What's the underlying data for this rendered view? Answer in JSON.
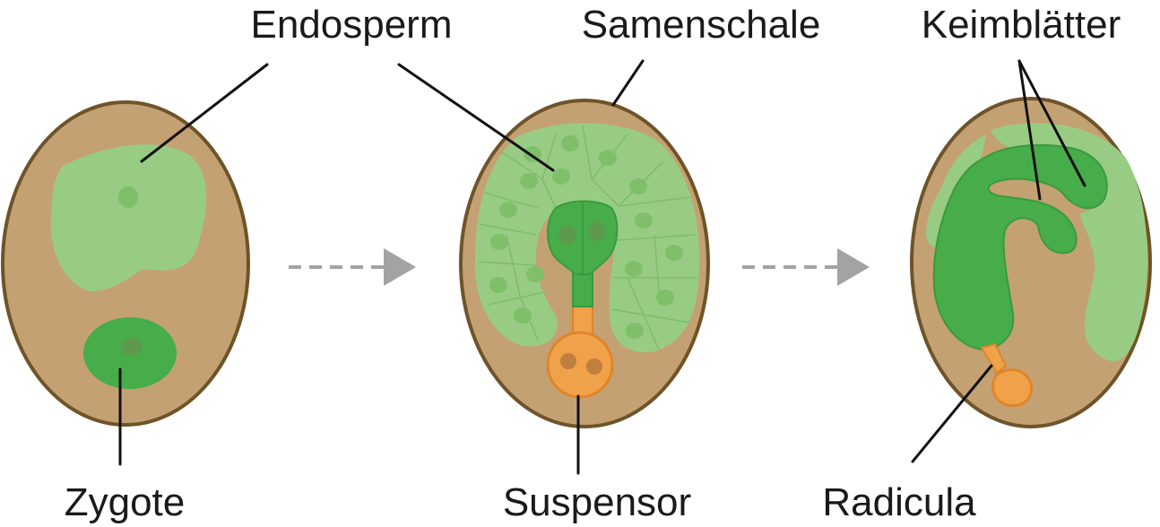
{
  "labels": {
    "endosperm": "Endosperm",
    "samenschale": "Samenschale",
    "keimblaetter": "Keimblätter",
    "zygote": "Zygote",
    "suspensor": "Suspensor",
    "radicula": "Radicula"
  },
  "colors": {
    "seed_coat_fill": "#c4a173",
    "seed_coat_stroke": "#6e5428",
    "endosperm_fill": "#98cc84",
    "endosperm_wall": "#7fbd6d",
    "endosperm_nucleus": "#7fbf6a",
    "embryo_fill": "#46ad4a",
    "embryo_stroke": "#3a9a3e",
    "embryo_nucleus": "#5d9a4d",
    "suspensor_fill": "#f0a24a",
    "suspensor_stroke": "#e0852a",
    "suspensor_nucleus": "#bf7f3e",
    "arrow": "#a3a3a3",
    "line": "#111111"
  },
  "stages": [
    "zygote-stage",
    "embryo-development-stage",
    "mature-seed-stage"
  ]
}
